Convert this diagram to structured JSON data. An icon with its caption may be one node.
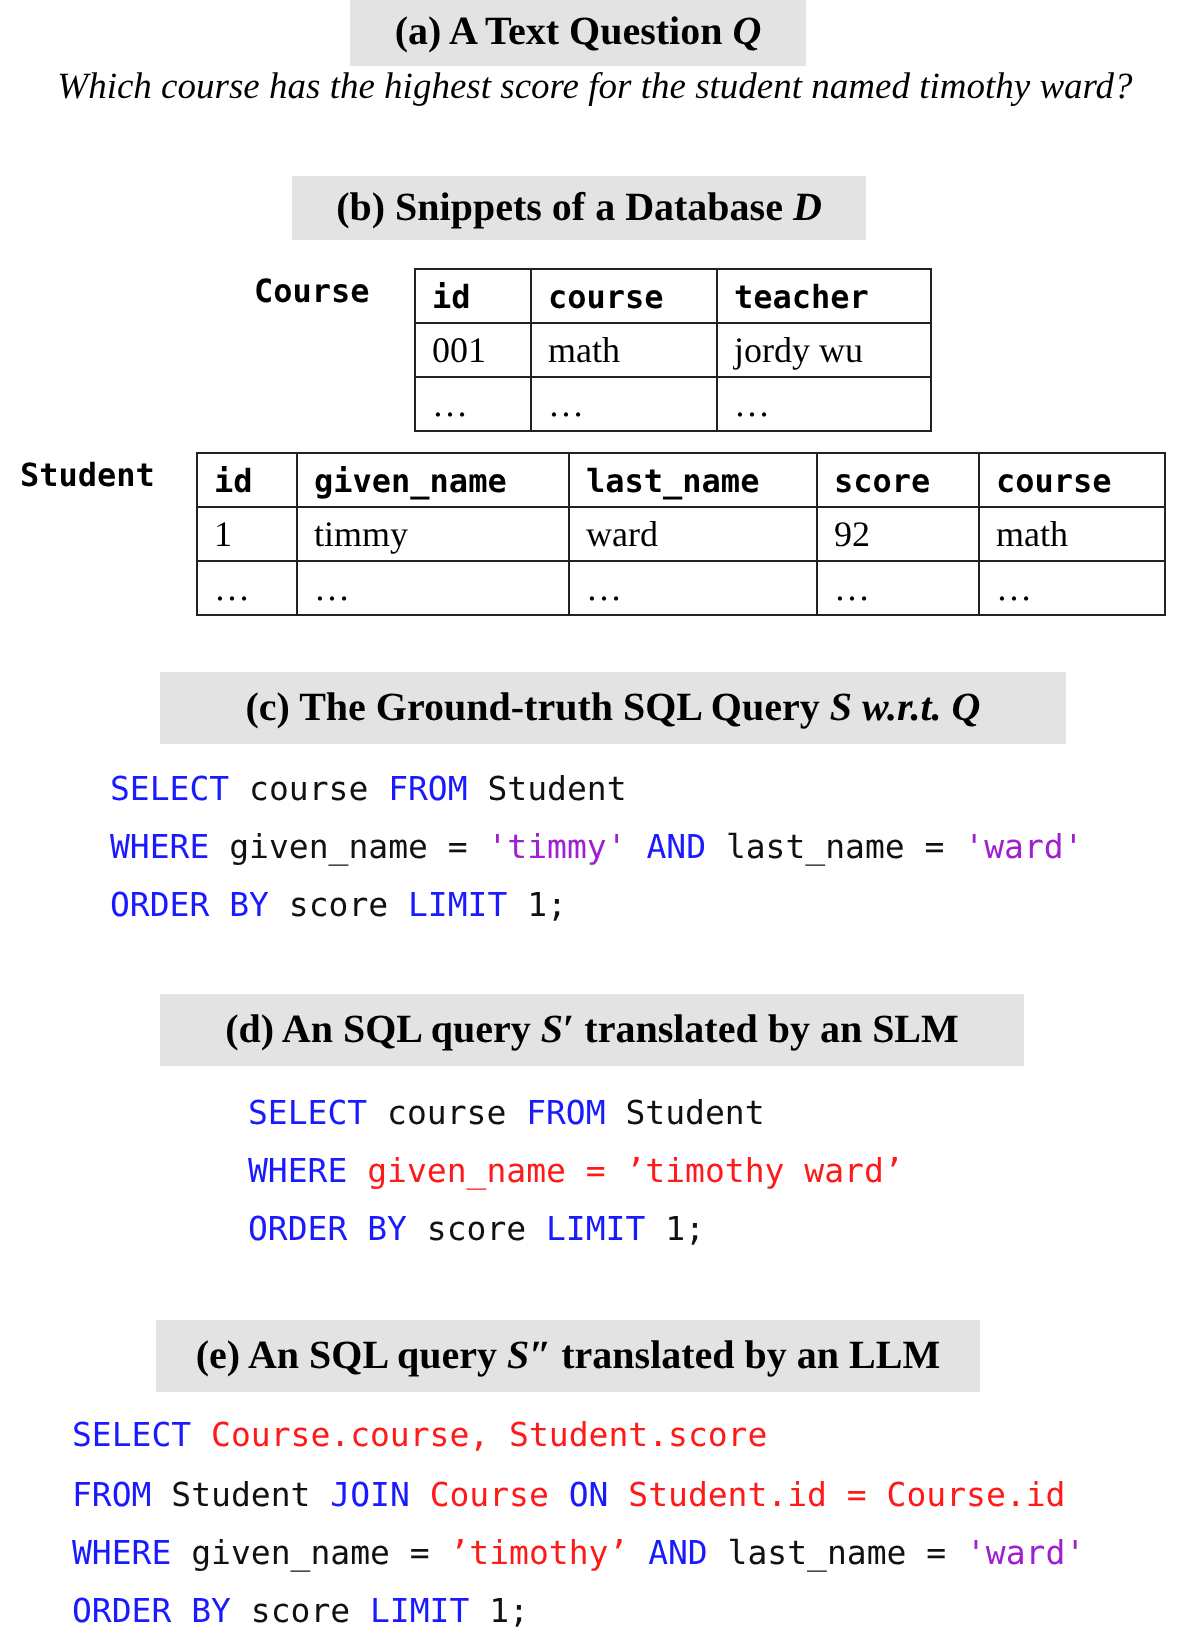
{
  "diagram": {
    "nodes": [
      {
        "text": [
          "(a) A Text Question *Q*"
        ]
      },
      {
        "text": [
          "(b) Snippets of a Database *D*"
        ]
      },
      {
        "text": [
          "(c) The Ground-truth SQL Query *S* *w.r.t.* *Q*"
        ]
      },
      {
        "text": [
          "(d) An SQL query *S*′ translated by an SLM"
        ]
      },
      {
        "text": [
          "(e) An SQL query *S*″ translated by an LLM"
        ]
      }
    ],
    "labels": [
      "Which course has the highest score for the student named timothy ward?",
      "Course",
      "id",
      "course",
      "teacher",
      "001",
      "math",
      "jordy wu",
      "…",
      "…",
      "…",
      "Student",
      "id",
      "given_name",
      "last_name",
      "score",
      "course",
      "1",
      "timmy",
      "ward",
      "92",
      "math",
      "…",
      "…",
      "…",
      "…",
      "…",
      "SELECT",
      "course",
      "FROM",
      "Student",
      "WHERE",
      "given_name =",
      "'timmy'",
      "AND",
      "last_name =",
      "'ward'",
      "ORDER BY",
      "score",
      "LIMIT",
      "1;",
      "SELECT",
      "course",
      "FROM",
      "Student",
      "WHERE",
      "given_name = ’timothy ward’",
      "ORDER BY",
      "score",
      "LIMIT",
      "1;",
      "SELECT",
      "Course.course, Student.score",
      "FROM",
      "Student",
      "JOIN",
      "Course",
      "ON",
      "Student.id = Course.id",
      "WHERE",
      "given_name =",
      "’timothy’",
      "AND",
      "last_name =",
      "'ward'",
      "ORDER BY",
      "score",
      "LIMIT",
      "1;"
    ]
  }
}
